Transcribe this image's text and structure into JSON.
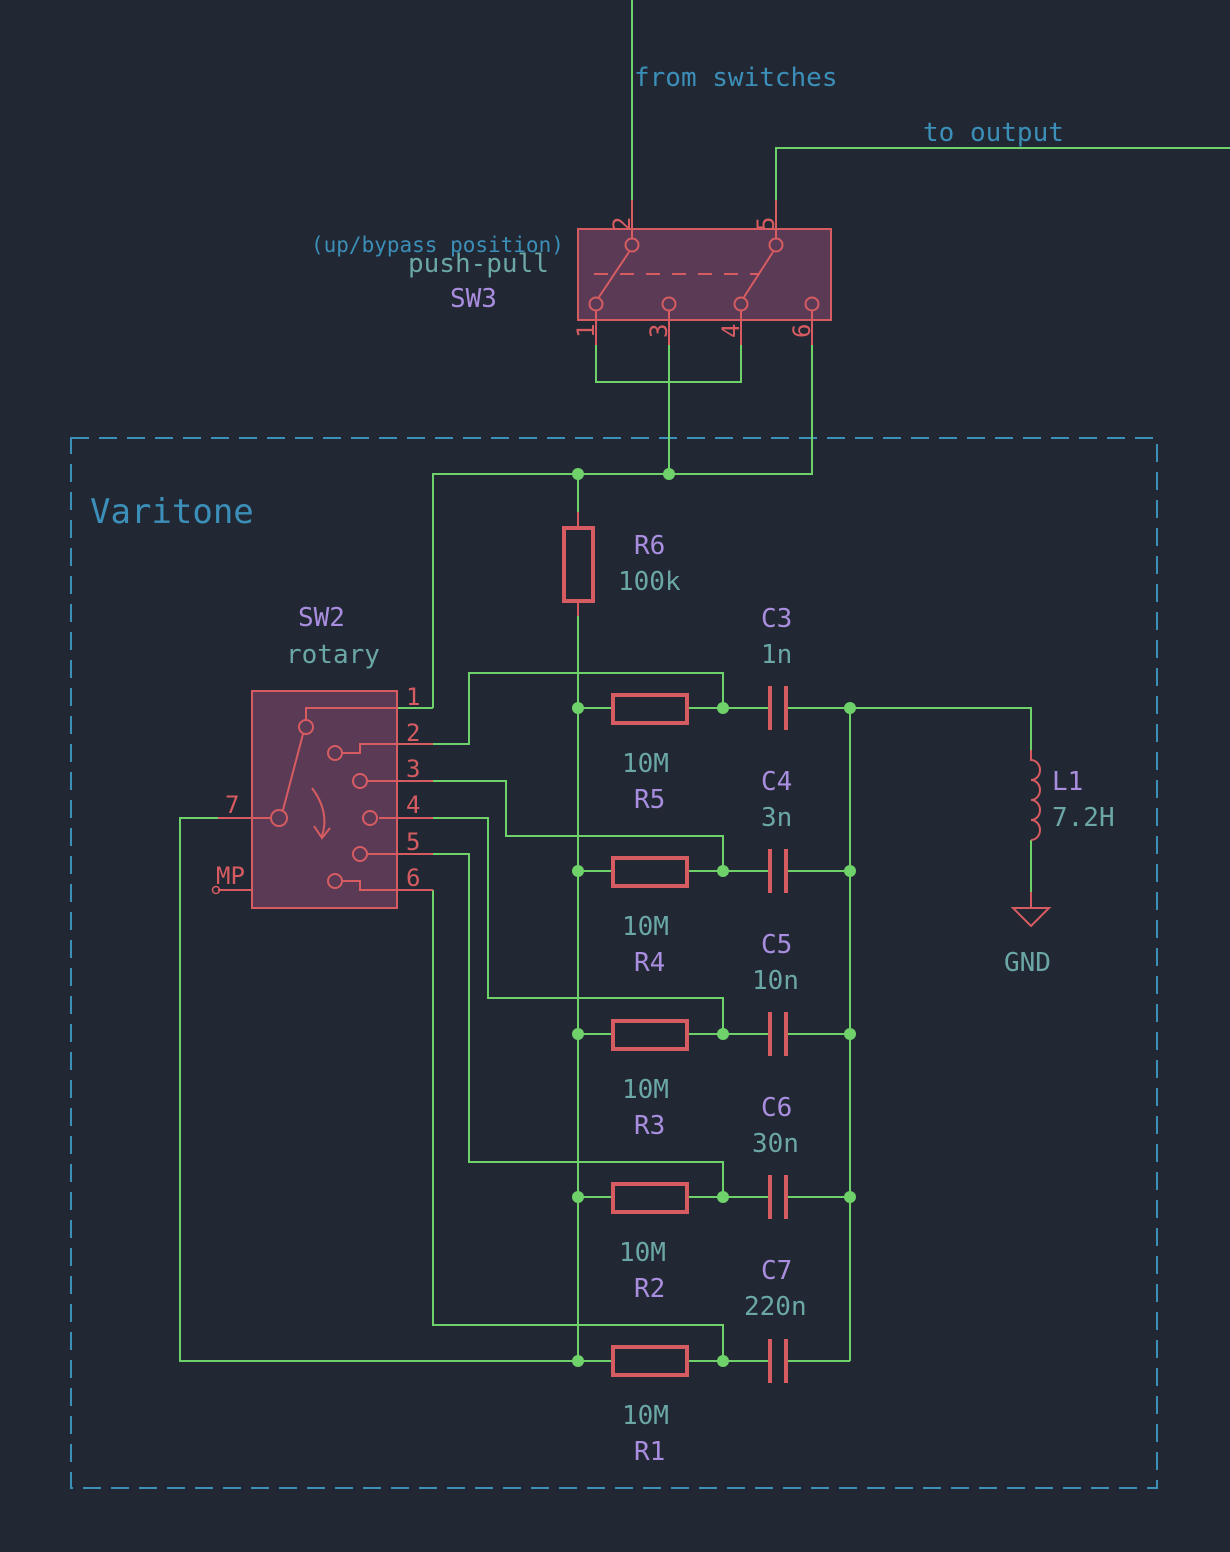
{
  "labels": {
    "from_switches": "from switches",
    "to_output": "to output",
    "bypass_note": "(up/bypass position)",
    "sheet_title": "Varitone",
    "gnd": "GND"
  },
  "sw3": {
    "ref": "SW3",
    "value": "push-pull",
    "pins": [
      "1",
      "2",
      "3",
      "4",
      "5",
      "6"
    ]
  },
  "sw2": {
    "ref": "SW2",
    "value": "rotary",
    "pins": [
      "1",
      "2",
      "3",
      "4",
      "5",
      "6",
      "7"
    ],
    "mp": "MP"
  },
  "r6": {
    "ref": "R6",
    "value": "100k"
  },
  "l1": {
    "ref": "L1",
    "value": "7.2H"
  },
  "resistors": [
    {
      "ref": "R5",
      "value": "10M"
    },
    {
      "ref": "R4",
      "value": "10M"
    },
    {
      "ref": "R3",
      "value": "10M"
    },
    {
      "ref": "R2",
      "value": "10M"
    },
    {
      "ref": "R1",
      "value": "10M"
    }
  ],
  "capacitors": [
    {
      "ref": "C3",
      "value": "1n"
    },
    {
      "ref": "C4",
      "value": "3n"
    },
    {
      "ref": "C5",
      "value": "10n"
    },
    {
      "ref": "C6",
      "value": "30n"
    },
    {
      "ref": "C7",
      "value": "220n"
    }
  ],
  "colors": {
    "background": "#222833",
    "wire": "#6fd16a",
    "symbol": "#d75c62",
    "symbol_fill": "#5a3a55",
    "reference": "#a98ee0",
    "value": "#6aa7a6",
    "note": "#3b8fb8"
  }
}
